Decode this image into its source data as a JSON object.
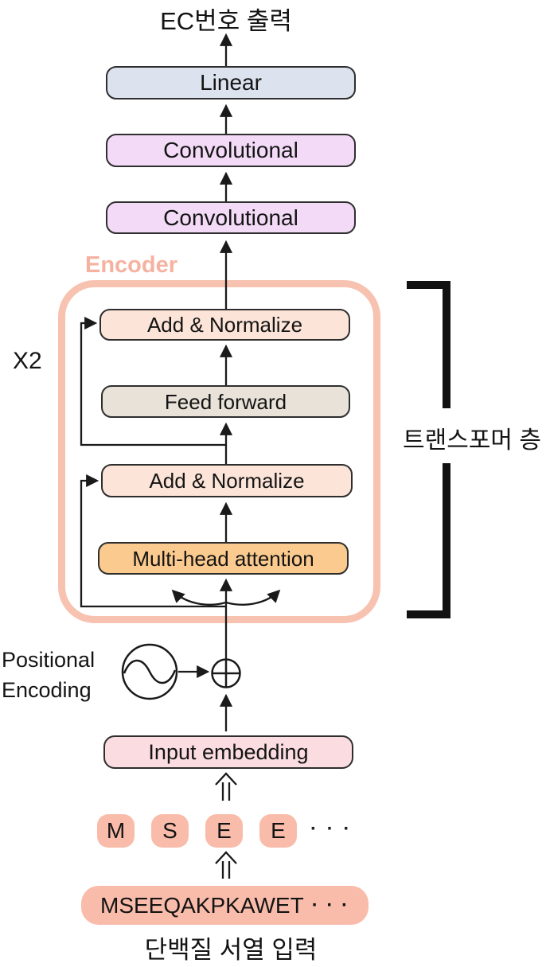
{
  "output_title": "EC번호 출력",
  "stack": {
    "linear": "Linear",
    "conv1": "Convolutional",
    "conv2": "Convolutional"
  },
  "encoder": {
    "label": "Encoder",
    "multiplier": "X2",
    "add_norm_1": "Add & Normalize",
    "feed_forward": "Feed forward",
    "add_norm_2": "Add & Normalize",
    "attention": "Multi-head attention"
  },
  "bracket_label": "트랜스포머 층",
  "positional_encoding": {
    "line1": "Positional",
    "line2": "Encoding"
  },
  "embedding": {
    "label": "Input embedding"
  },
  "tokens": {
    "items": [
      "M",
      "S",
      "E",
      "E"
    ],
    "ellipsis": "· · ·"
  },
  "sequence": {
    "text": "MSEEQAKPKAWET",
    "ellipsis": "· · ·"
  },
  "input_title": "단백질 서열 입력",
  "icons": {
    "sine_wave_icon": "positional-encoding-wave",
    "circle_plus_icon": "add-operator"
  },
  "colors": {
    "linear_fill": "#dce2ee",
    "conv_fill": "#f3daf7",
    "add_norm_fill": "#fce4d8",
    "feed_forward_fill": "#e9e2d8",
    "attention_fill": "#fbca8e",
    "encoder_border": "#f8c2b1",
    "encoder_label": "#f6b2a0",
    "embedding_fill": "#fbdce0",
    "token_fill": "#f9bcab",
    "line_color": "#1a1a1a"
  }
}
